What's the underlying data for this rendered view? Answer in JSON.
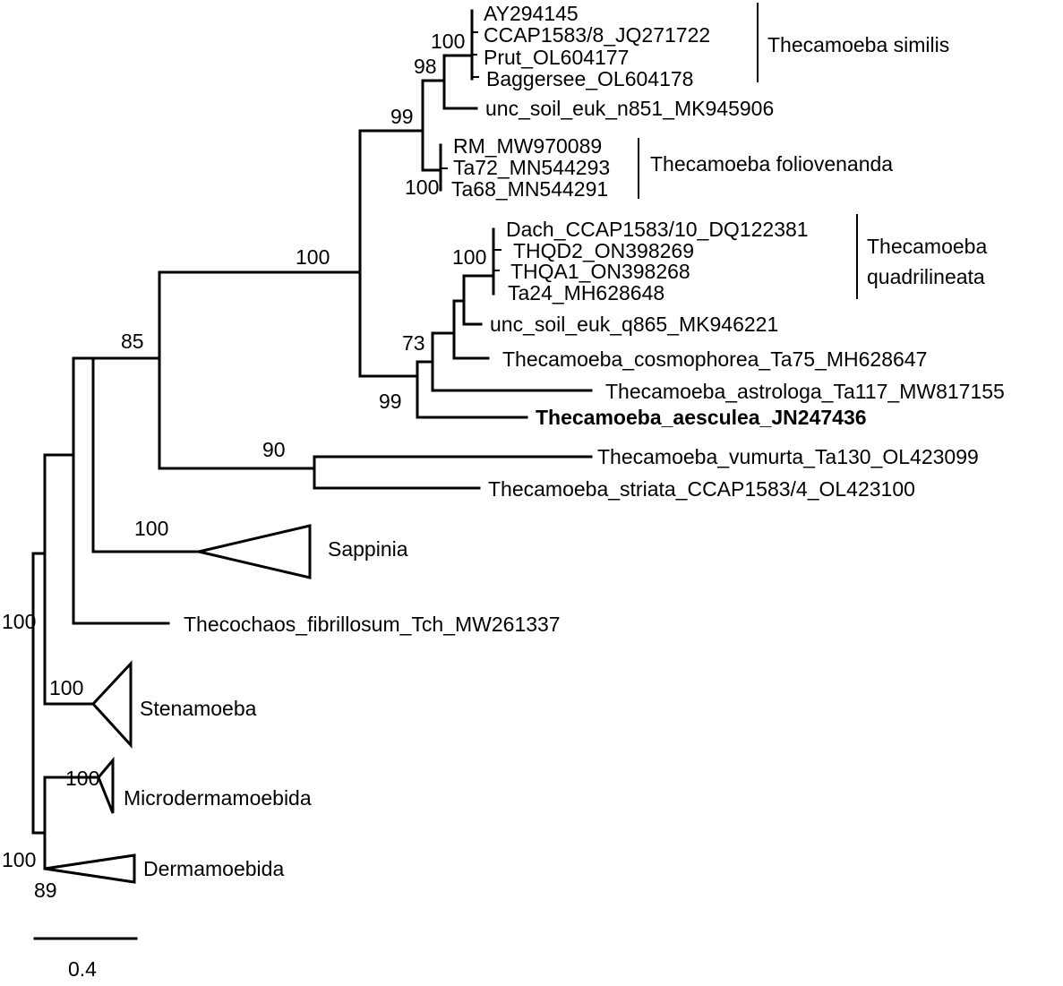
{
  "tips": {
    "ay294145": "AY294145",
    "ccap1583_8": "CCAP1583/8_JQ271722",
    "prut": "Prut_OL604177",
    "baggersee": "Baggersee_OL604178",
    "unc_n851": "unc_soil_euk_n851_MK945906",
    "rm": "RM_MW970089",
    "ta72": "Ta72_MN544293",
    "ta68": "Ta68_MN544291",
    "dach": "Dach_CCAP1583/10_DQ122381",
    "thqd2": "THQD2_ON398269",
    "thqa1": "THQA1_ON398268",
    "ta24": "Ta24_MH628648",
    "unc_q865": "unc_soil_euk_q865_MK946221",
    "cosmophorea": "Thecamoeba_cosmophorea_Ta75_MH628647",
    "astrologa": "Thecamoeba_astrologa_Ta117_MW817155",
    "aesculea": "Thecamoeba_aesculea_JN247436",
    "vumurta": "Thecamoeba_vumurta_Ta130_OL423099",
    "striata": "Thecamoeba_striata_CCAP1583/4_OL423100",
    "thecochaos": "Thecochaos_fibrillosum_Tch_MW261337"
  },
  "collapsed": {
    "sappinia": "Sappinia",
    "stenamoeba": "Stenamoeba",
    "microdermamoebida": "Microdermamoebida",
    "dermamoebida": "Dermamoebida"
  },
  "groups": {
    "similis": "Thecamoeba similis",
    "foliovenanda": "Thecamoeba foliovenanda",
    "quadrilineata_1": "Thecamoeba",
    "quadrilineata_2": "quadrilineata"
  },
  "support": {
    "similis_clade": "100",
    "similis_n851": "98",
    "similis_foliovenanda": "99",
    "foliovenanda_clade": "100",
    "quadrilineata_clade": "100",
    "cosmophorea_node": "73",
    "aesculea_node": "99",
    "thecamoeba_main": "100",
    "thecamoeba_all": "85",
    "vumurta_striata": "90",
    "sappinia": "100",
    "root_upper": "100",
    "stenamoeba": "100",
    "microdermamoebida": "100",
    "dermamoebida_upper": "100",
    "dermamoebida_lower": "89"
  },
  "scale": {
    "label": "0.4"
  }
}
